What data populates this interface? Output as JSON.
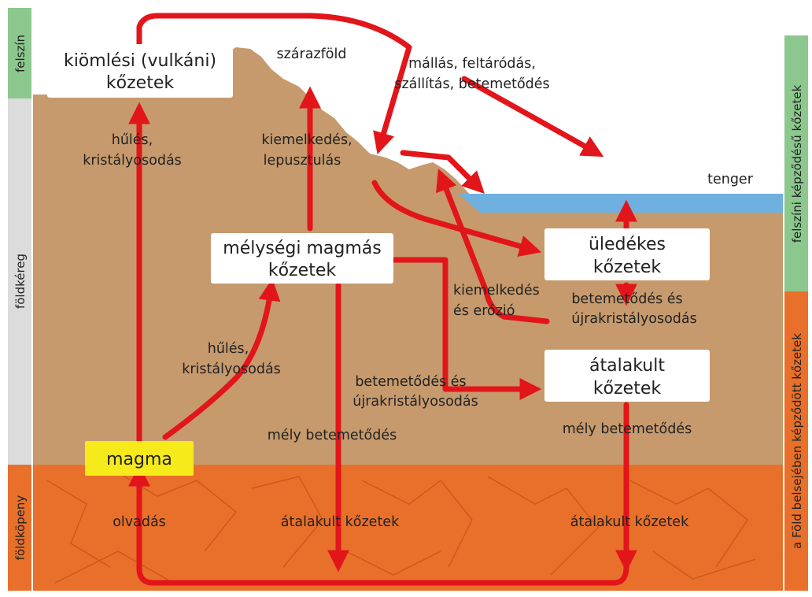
{
  "side_left": {
    "felszin": "felszín",
    "foldkereg": "földkéreg",
    "foldkopeny": "földköpeny"
  },
  "side_right": {
    "surface": "felszíni képződésű kőzetek",
    "inner": "a Föld belsejében képződött kőzetek"
  },
  "boxes": {
    "volcanic": [
      "kiömlési (vulkáni)",
      "kőzetek"
    ],
    "plutonic": [
      "mélységi magmás",
      "kőzetek"
    ],
    "sedimentary": [
      "üledékes",
      "kőzetek"
    ],
    "metamorphic": [
      "átalakult",
      "kőzetek"
    ],
    "magma": "magma"
  },
  "labels": {
    "land": "szárazföld",
    "sea": "tenger",
    "weathering": [
      "mállás, feltáródás,",
      "szállítás, betemetődés"
    ],
    "cooling1": [
      "hűlés,",
      "kristályosodás"
    ],
    "uplift1": [
      "kiemelkedés,",
      "lepusztulás"
    ],
    "cooling2": [
      "hűlés,",
      "kristályosodás"
    ],
    "uplift2": [
      "kiemelkedés",
      "és erózió"
    ],
    "burial1": [
      "betemetődés és",
      "újrakristályosodás"
    ],
    "burial2": [
      "betemetődés és",
      "újrakristályosodás"
    ],
    "deep1": "mély betemetődés",
    "deep2": "mély betemetődés",
    "melting": "olvadás",
    "meta1": "átalakult kőzetek",
    "meta2": "átalakult kőzetek"
  },
  "colors": {
    "crust": "#c69a6d",
    "mantle": "#e8702a",
    "sea": "#6fb0e0",
    "arrow": "#e2151b",
    "magma_box": "#f6ea1a",
    "side_green": "#8cc88e",
    "side_grey": "#dcdcdc",
    "side_orange": "#e8702a"
  }
}
